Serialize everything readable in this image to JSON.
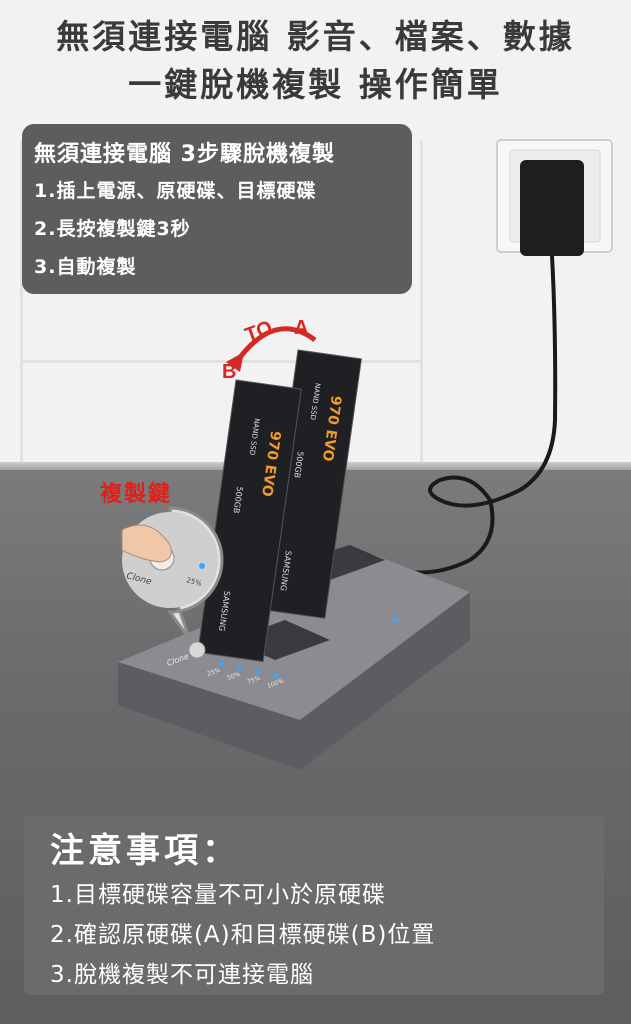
{
  "headline": {
    "line1": "無須連接電腦 影音、檔案、數據",
    "line2": "一鍵脫機複製 操作簡單"
  },
  "steps_box": {
    "title": "無須連接電腦 3步驟脫機複製",
    "items": [
      "1.插上電源、原硬碟、目標硬碟",
      "2.長按複製鍵3秒",
      "3.自動複製"
    ]
  },
  "diagram": {
    "arrow_label_to": "TO",
    "arrow_label_a": "A",
    "arrow_label_b": "B",
    "clone_button_label": "複製鍵",
    "ssd_brand": "970 EVO",
    "ssd_type": "NAND SSD",
    "ssd_capacity": "500GB",
    "ssd_maker": "SAMSUNG",
    "dock_button": "Clone",
    "dock_leds": [
      "25%",
      "50%",
      "75%",
      "100%"
    ],
    "zoom_button": "Clone",
    "zoom_led": "25%"
  },
  "notes": {
    "title": "注意事項：",
    "items": [
      "1.目標硬碟容量不可小於原硬碟",
      "2.確認原硬碟(A)和目標硬碟(B)位置",
      "3.脫機複製不可連接電腦"
    ]
  },
  "colors": {
    "accent_red": "#e0201a",
    "box_gray": "#5d5d5d",
    "note_gray": "#6b6b6b"
  }
}
